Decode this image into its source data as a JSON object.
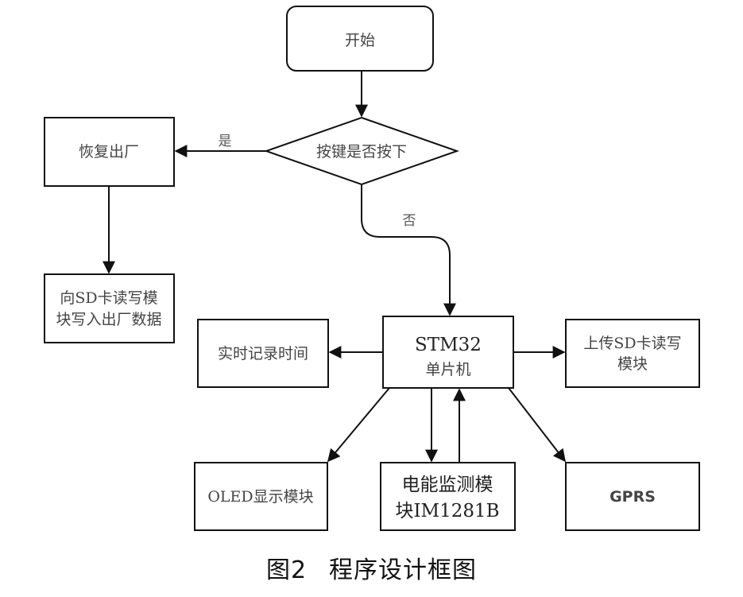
{
  "nodes": {
    "start": [
      "开始"
    ],
    "decision": [
      "按键是否按下"
    ],
    "restore": [
      "恢复出厂"
    ],
    "sd_write": [
      "向SD卡读写模",
      "块写入出厂数据"
    ],
    "mcu": [
      "STM32",
      "单片机"
    ],
    "rtc": [
      "实时记录时间"
    ],
    "sd_upload": [
      "上传SD卡读写",
      "模块"
    ],
    "oled": [
      "OLED显示模块"
    ],
    "meter": [
      "电能监测模",
      "块IM1281B"
    ],
    "gprs": [
      "GPRS"
    ]
  },
  "edges": {
    "yes_label": "是",
    "no_label": "否"
  },
  "caption": {
    "figure": "图2",
    "title": "程序设计框图"
  }
}
